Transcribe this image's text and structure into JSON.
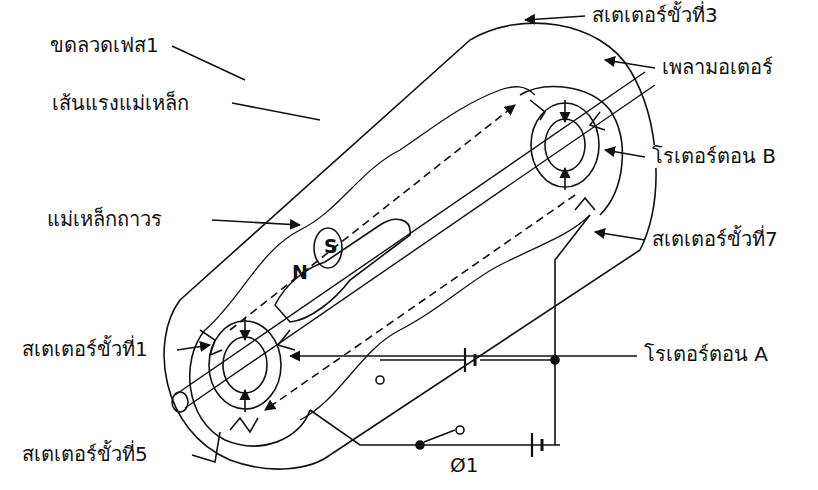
{
  "diagram": {
    "labels": [
      "สเตเตอร์ขั้วที่3",
      "ขดลวดเฟส1",
      "เพลามอเตอร์",
      "เส้นแรงแม่เหล็ก",
      "โรเตอร์ตอน B",
      "แม่เหล็กถาวร",
      "สเตเตอร์ขั้วที่7",
      "S",
      "N",
      "สเตเตอร์ขั้วที่1",
      "โรเตอร์ตอน A",
      "สเตเตอร์ขั้วที่5",
      "Ø1"
    ]
  }
}
